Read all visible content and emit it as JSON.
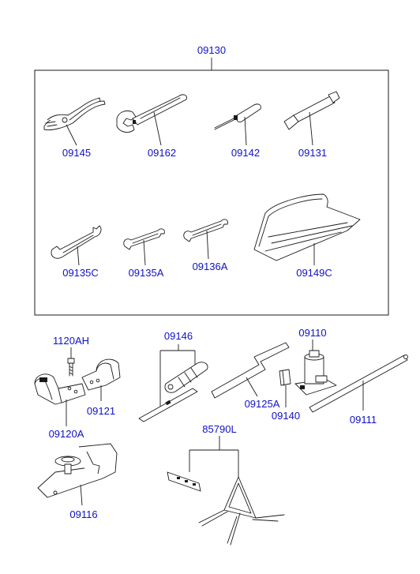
{
  "diagram": {
    "labels": {
      "l09130": "09130",
      "l09145": "09145",
      "l09162": "09162",
      "l09142": "09142",
      "l09131": "09131",
      "l09135C": "09135C",
      "l09135A": "09135A",
      "l09136A": "09136A",
      "l09149C": "09149C",
      "l1120AH": "1120AH",
      "l09120A": "09120A",
      "l09121": "09121",
      "l09146": "09146",
      "l09110": "09110",
      "l09125A": "09125A",
      "l09140": "09140",
      "l09111": "09111",
      "l09116": "09116",
      "l85790L": "85790L"
    },
    "label_color": "#1010c8",
    "line_color": "#1a1a1a",
    "parts": [
      "pliers-icon",
      "adjustable-wrench-icon",
      "screwdriver-icon",
      "extension-bar-icon",
      "double-open-wrench-icon",
      "tool-bag-icon",
      "bolt-icon",
      "bracket-icon",
      "clamp-icon",
      "jack-handle-icon",
      "bottle-jack-icon",
      "spacer-block-icon",
      "wheel-brace-icon",
      "jack-base-plate-icon",
      "warning-triangle-icon"
    ]
  }
}
